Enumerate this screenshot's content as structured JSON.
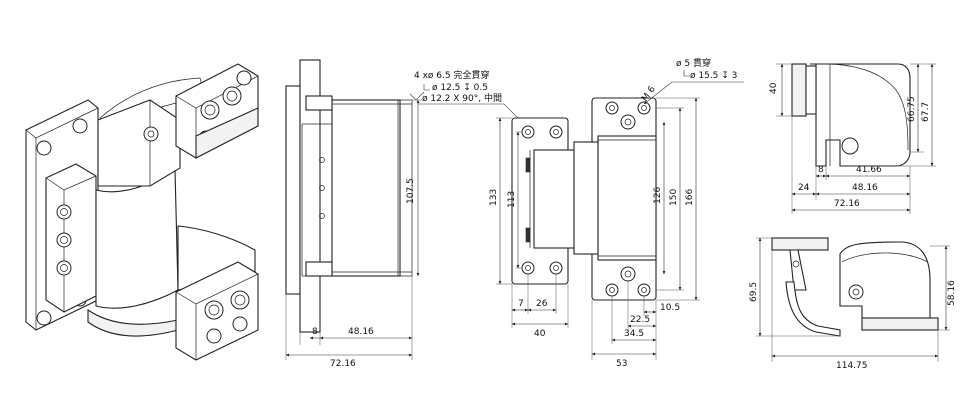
{
  "drawing": {
    "iso_view": {
      "plate_holes": 6
    },
    "side_view": {
      "width_total": "72.16",
      "width_body": "48.16",
      "width_offset": "8",
      "height": "107.5"
    },
    "callout_countersink": {
      "line1": "4 xø  6.5 完全貫穿",
      "line2": "ø  12.5  ↧ 0.5",
      "line3": "ø  12.2 X 90°, 中間"
    },
    "left_plate_view": {
      "height_outer": "133",
      "height_inner": "113",
      "offset_left": "7",
      "hole_spacing": "26",
      "width": "40"
    },
    "callout_hole": {
      "line1": "ø  5  貫穿",
      "line2": "ø  15.5  ↧ 3"
    },
    "right_plate_view": {
      "thread_label": "M 6",
      "height_126": "126",
      "height_150": "150",
      "height_166": "166",
      "dim_10_5": "10.5",
      "dim_22_5": "22.5",
      "dim_34_5": "34.5",
      "width": "53"
    },
    "top_view": {
      "dim_40": "40",
      "dim_66_75": "66.75",
      "dim_67_7": "67.7",
      "dim_8": "8",
      "dim_41_66": "41.66",
      "dim_24": "24",
      "dim_48_16": "48.16",
      "dim_72_16": "72.16"
    },
    "open_view": {
      "height": "69.5",
      "height_right": "58.16",
      "width": "114.75"
    }
  }
}
